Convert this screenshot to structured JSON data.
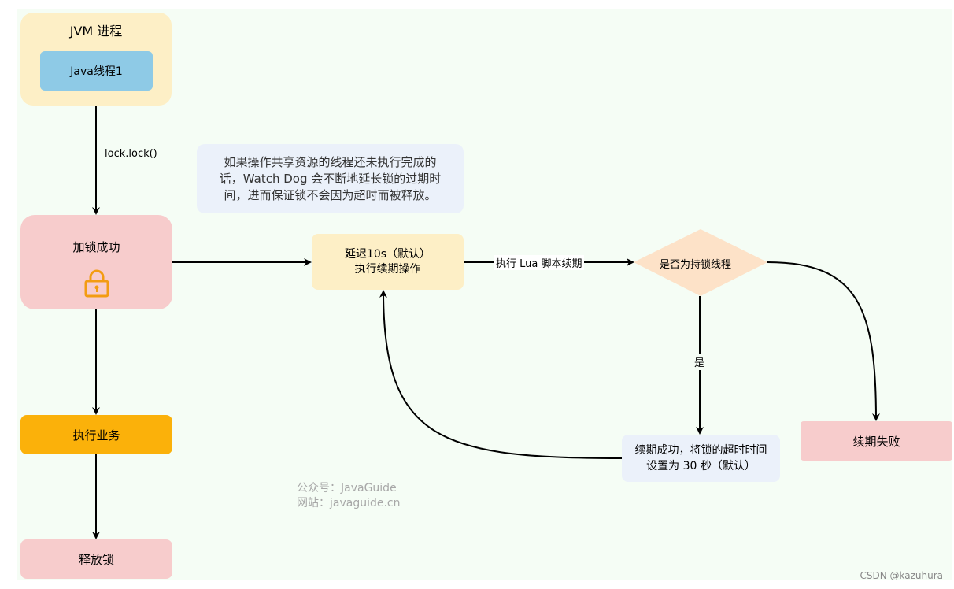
{
  "nodes": {
    "jvm": "JVM 进程",
    "thread": "Java线程1",
    "lock_success": "加锁成功",
    "execute_business": "执行业务",
    "release_lock": "释放锁",
    "delay_line1": "延迟10s（默认）",
    "delay_line2": "执行续期操作",
    "decision": "是否为持锁线程",
    "renew_success_line1": "续期成功，将锁的超时时间",
    "renew_success_line2": "设置为 30 秒（默认）",
    "renew_fail": "续期失败"
  },
  "note": {
    "line1": "如果操作共享资源的线程还未执行完成的",
    "line2": "话，Watch Dog 会不断地延长锁的过期时",
    "line3": "间，进而保证锁不会因为超时而被释放。"
  },
  "edge_labels": {
    "lock_call": "lock.lock()",
    "lua": "执行 Lua 脚本续期",
    "yes": "是"
  },
  "watermark": {
    "line1": "公众号：JavaGuide",
    "line2": "网站：javaguide.cn"
  },
  "credit": "CSDN @kazuhura",
  "colors": {
    "jvm_bg": "#fdefc6",
    "thread_bg": "#8ecae6",
    "pink": "#f7cccc",
    "orange": "#fbb10a",
    "decision_bg": "#fde2c8",
    "note_bg": "#ebf1fa",
    "lock_icon": "#f39c12"
  }
}
